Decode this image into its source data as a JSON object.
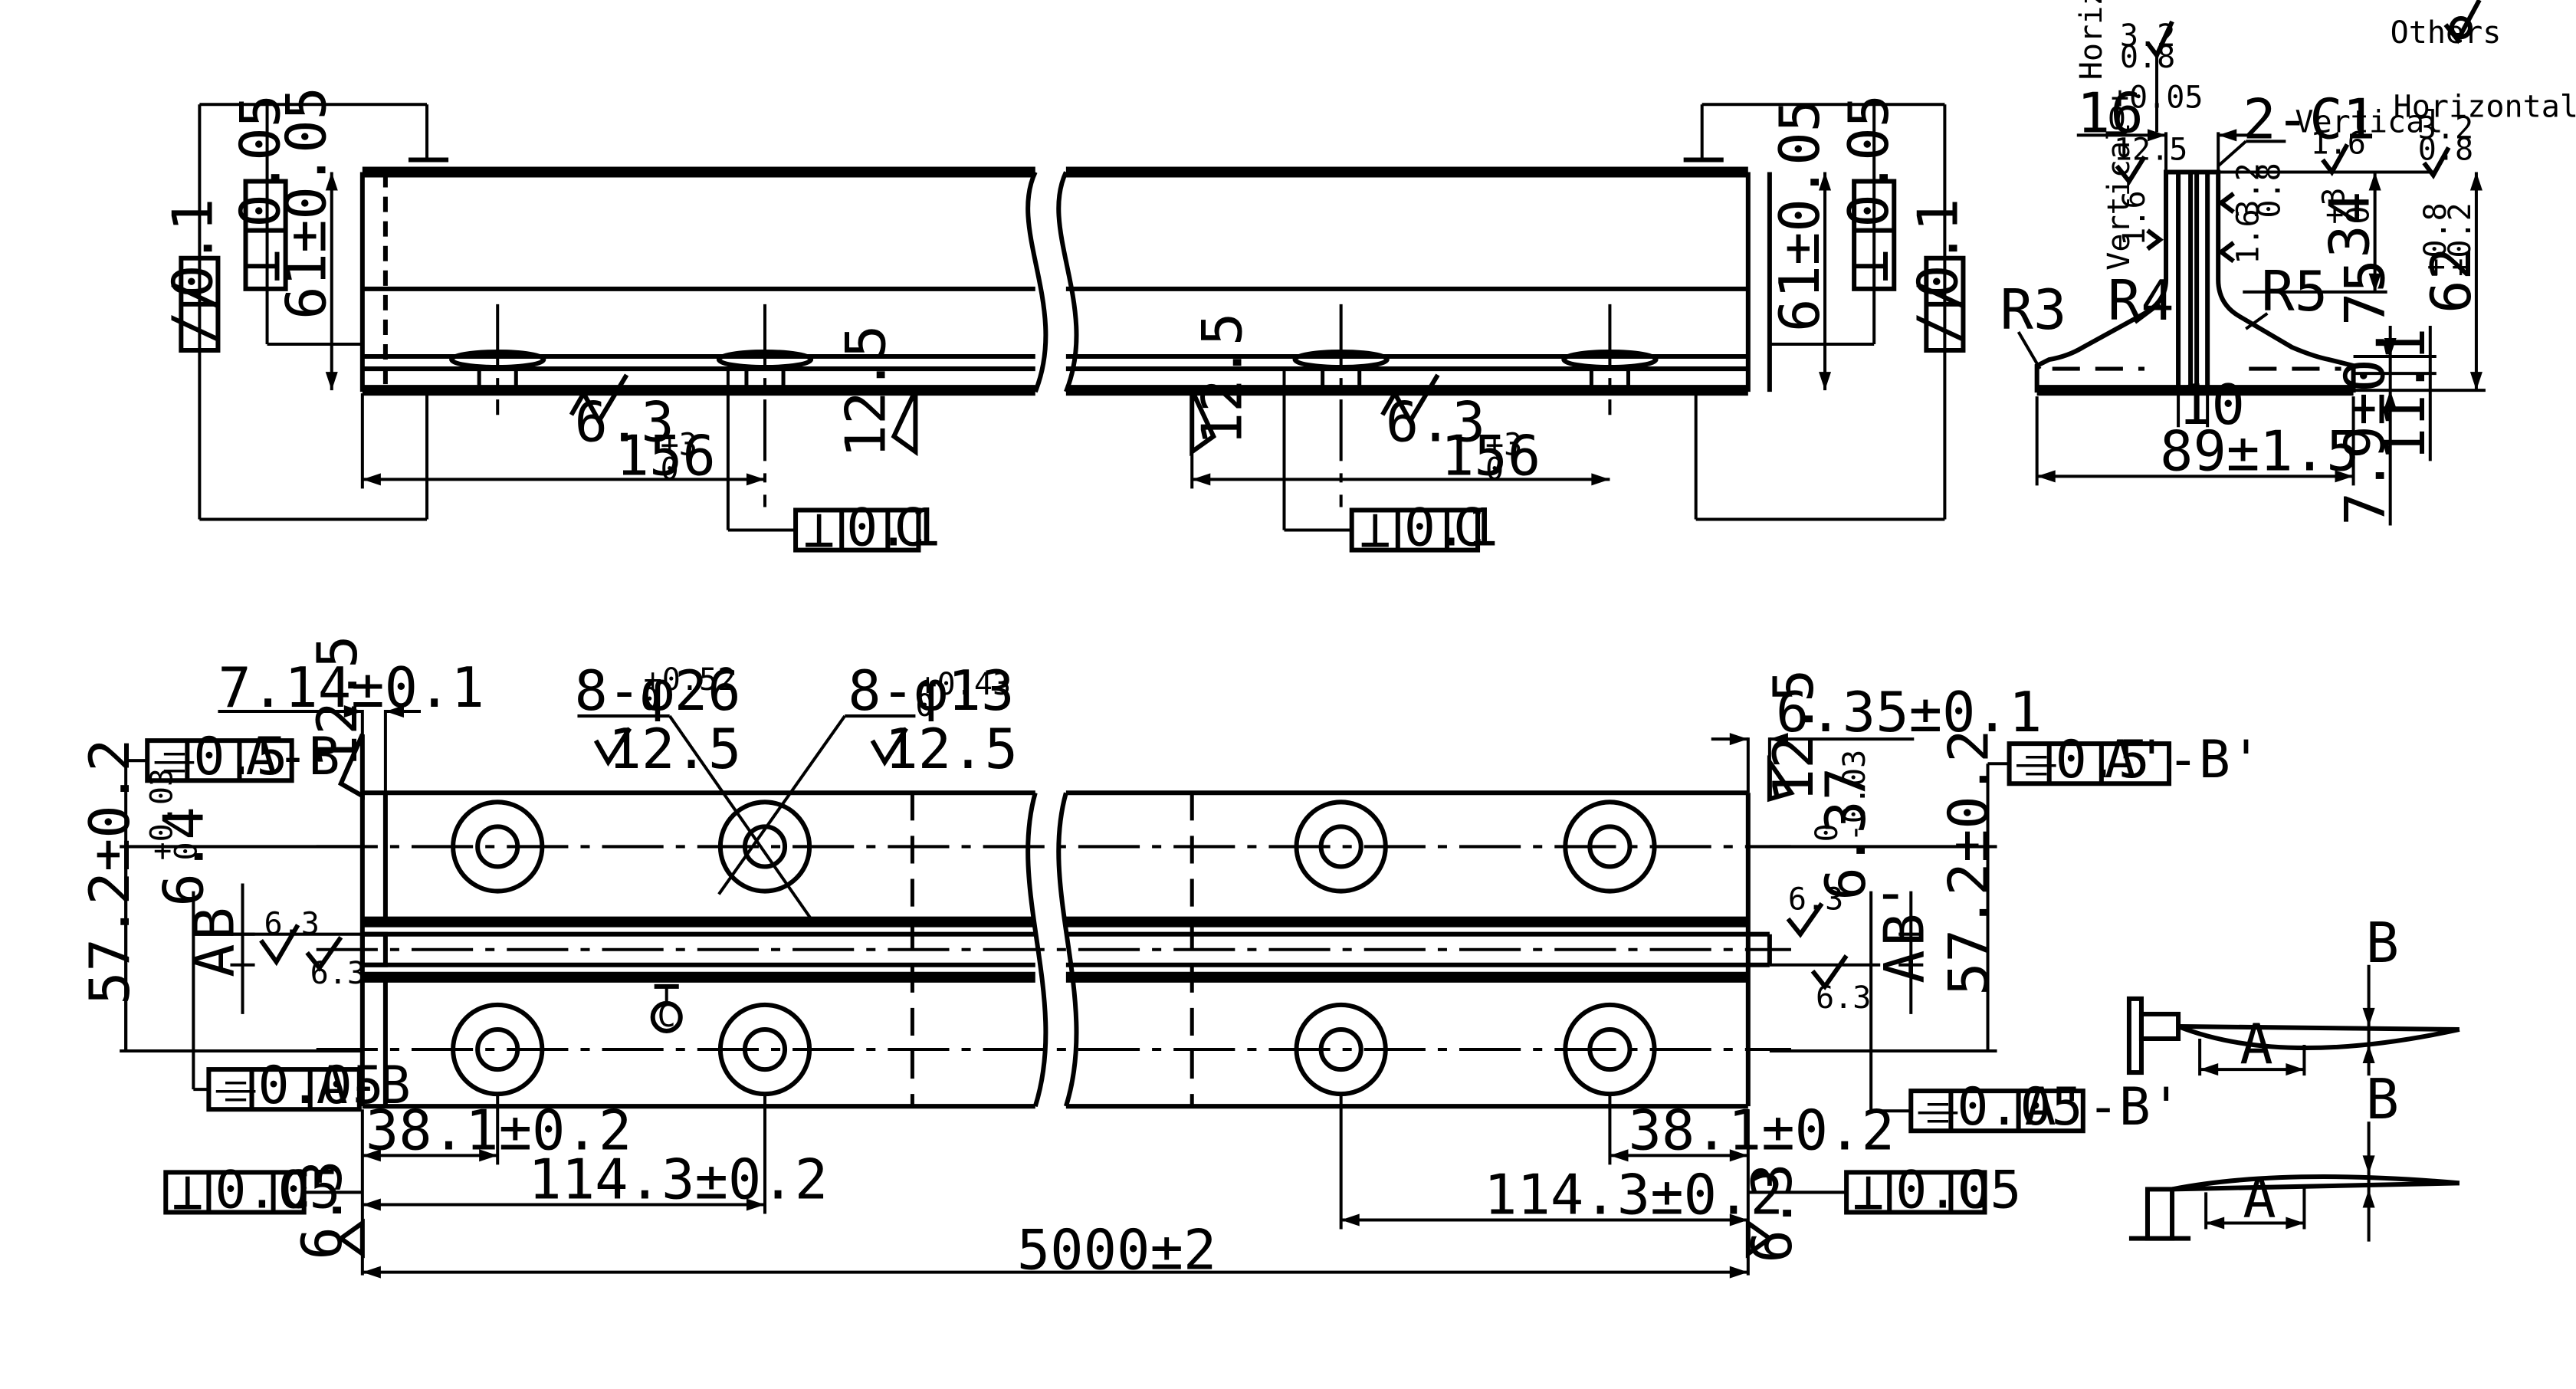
{
  "top_view": {
    "center_height": "61±0.05",
    "perp_tol": "0.05",
    "parallel_tol": "0.1",
    "roughness_face": "6.3",
    "roughness_end": "12.5",
    "edge_offset": "156",
    "edge_offset_tol": "+3",
    "edge_offset_tol_lower": "0",
    "frame_perp_c": [
      "⊥",
      "0.1",
      "C"
    ]
  },
  "section": {
    "top_width": "16",
    "top_width_tol": "+0.05",
    "top_width_tol_lower": "0",
    "chamfer": "2-C1",
    "height_34": "34",
    "height_34_tol": "+3",
    "height_34_tol_lower": "0",
    "height_62": "62",
    "height_62_tol_upper": "+0.8",
    "height_62_tol_lower": "+0.2",
    "base_thk": "7.9±0.75",
    "base_11": "11.1",
    "base_width": "89±1.5",
    "web": "10",
    "r3": "R3",
    "r4": "R4",
    "r5": "R5",
    "others_label": "Others",
    "horizontal_label": "Horizontal",
    "vertical_label": "Vertical",
    "ra_32": "3.2",
    "ra_08": "0.8",
    "ra_16": "1.6",
    "ra_125": "12.5"
  },
  "plan_view": {
    "dim_714": "7.14±0.1",
    "dim_635": "6.35±0.1",
    "hole_big": "8-φ26",
    "hole_big_tol": "+0.52",
    "hole_big_tol_lower": "0",
    "hole_small": "8-φ13",
    "hole_small_tol": "+0.43",
    "hole_small_tol_lower": "0",
    "ra_125": "12.5",
    "ra_63": "6.3",
    "dim_572": "57.2±0.2",
    "dim_64": "6.4",
    "dim_64_tol": "+0.03",
    "dim_64_tol_lower": "0",
    "dim_637": "6.37",
    "dim_637_tol_lower": "-0.03",
    "dim_637_tol_upper": "0",
    "dim_381": "38.1±0.2",
    "dim_1143": "114.3±0.2",
    "total_length": "5000±2",
    "sym_left_top": [
      "⌯",
      "0.5",
      "A-B"
    ],
    "sym_right_top": [
      "⌯",
      "0.5",
      "A'-B'"
    ],
    "sym_left_bottom": [
      "⌯",
      "0.05",
      "A-B"
    ],
    "sym_right_bottom": [
      "⌯",
      "0.05",
      "A'-B'"
    ],
    "perp_left": [
      "⊥",
      "0.05",
      "C"
    ],
    "perp_right": [
      "⊥",
      "0.05",
      "C"
    ],
    "datum_a": "A",
    "datum_b": "B",
    "datum_b_prime": "B'",
    "datum_c": "C"
  },
  "detail": {
    "label_a": "A",
    "label_b": "B"
  }
}
